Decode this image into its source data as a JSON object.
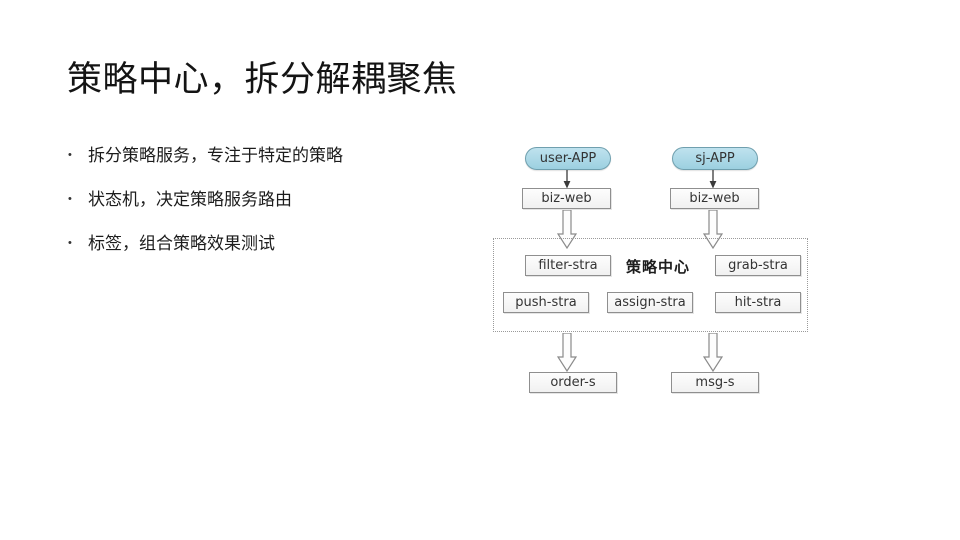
{
  "slide": {
    "title": "策略中心，拆分解耦聚焦",
    "bullets": [
      {
        "marker": "•",
        "label": "拆分策略服务，专注于特定的策略"
      },
      {
        "marker": "•",
        "label": "状态机，决定策略服务路由"
      },
      {
        "marker": "•",
        "label": "标签，组合策略效果测试"
      }
    ]
  },
  "diagram": {
    "center_label": "策略中心",
    "nodes": {
      "user_app": "user-APP",
      "sj_app": "sj-APP",
      "biz_web_left": "biz-web",
      "biz_web_right": "biz-web",
      "filter_stra": "filter-stra",
      "grab_stra": "grab-stra",
      "push_stra": "push-stra",
      "assign_stra": "assign-stra",
      "hit_stra": "hit-stra",
      "order_s": "order-s",
      "msg_s": "msg-s"
    },
    "icons": {
      "thin_arrow": "solid-down-arrow-icon",
      "block_arrow": "hollow-down-arrow-icon"
    },
    "colors": {
      "app_pill_fill": "#a9d8e6",
      "app_pill_border": "#6f9fae",
      "box_fill": "#f7f7f7",
      "box_border": "#8f8f8f",
      "dashed_border": "#9a9a9a",
      "text": "#333333"
    }
  }
}
